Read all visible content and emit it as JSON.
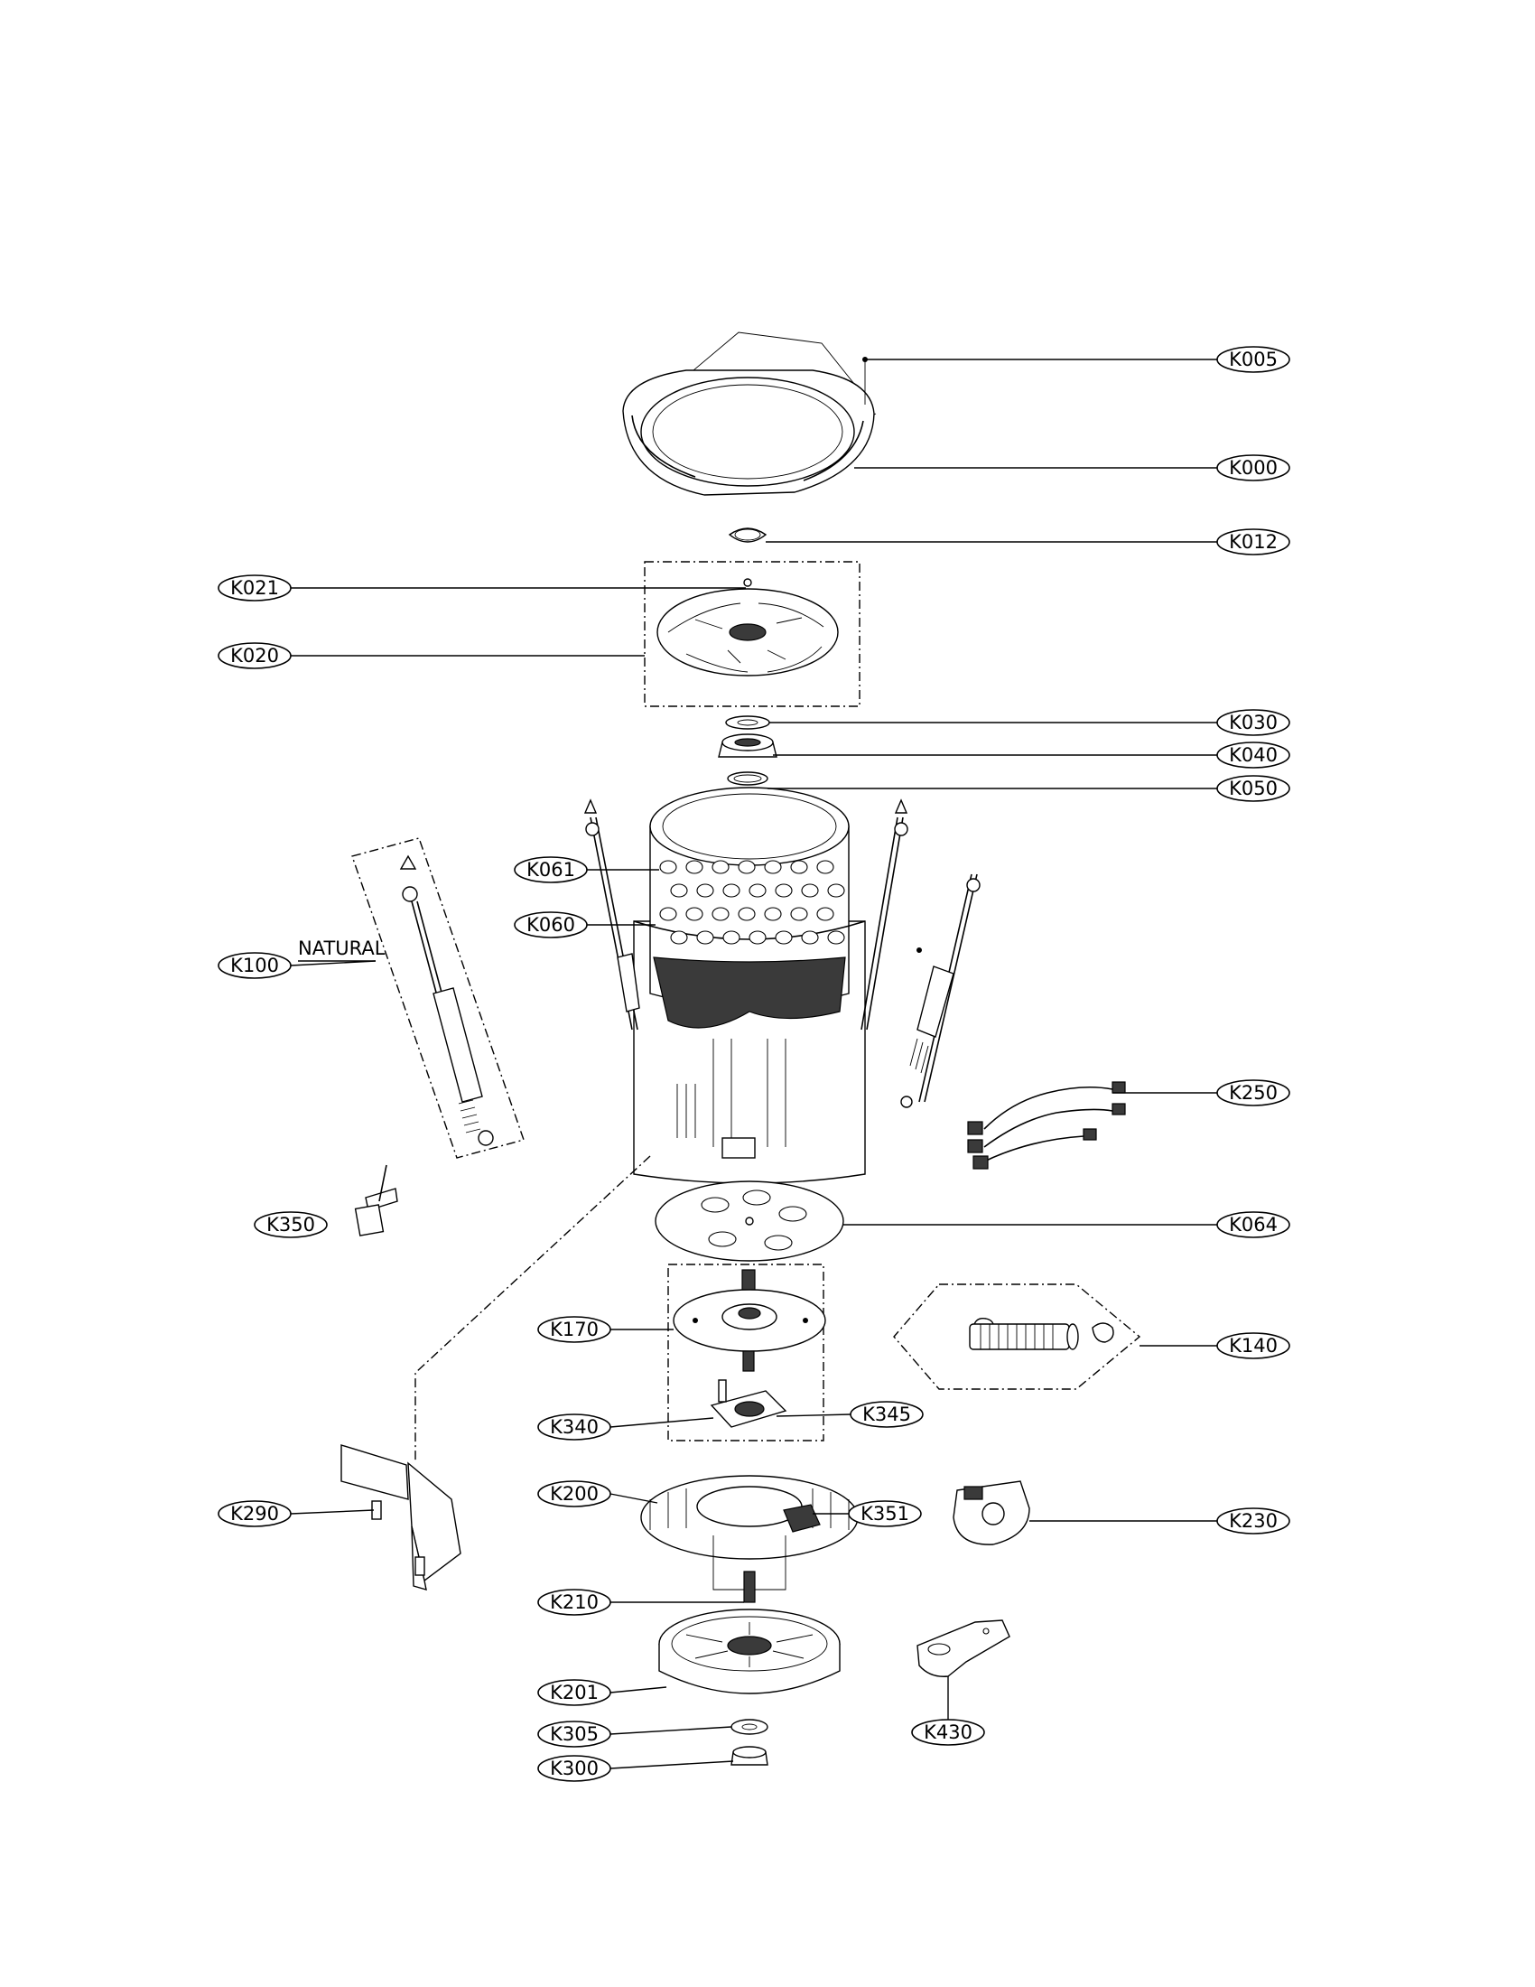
{
  "diagram": {
    "annotation_natural": "NATURAL",
    "callouts": [
      {
        "id": "K005"
      },
      {
        "id": "K000"
      },
      {
        "id": "K012"
      },
      {
        "id": "K021"
      },
      {
        "id": "K020"
      },
      {
        "id": "K030"
      },
      {
        "id": "K040"
      },
      {
        "id": "K050"
      },
      {
        "id": "K061"
      },
      {
        "id": "K060"
      },
      {
        "id": "K100"
      },
      {
        "id": "K250"
      },
      {
        "id": "K350"
      },
      {
        "id": "K064"
      },
      {
        "id": "K170"
      },
      {
        "id": "K140"
      },
      {
        "id": "K340"
      },
      {
        "id": "K345"
      },
      {
        "id": "K200"
      },
      {
        "id": "K351"
      },
      {
        "id": "K290"
      },
      {
        "id": "K230"
      },
      {
        "id": "K210"
      },
      {
        "id": "K201"
      },
      {
        "id": "K430"
      },
      {
        "id": "K305"
      },
      {
        "id": "K300"
      }
    ]
  }
}
